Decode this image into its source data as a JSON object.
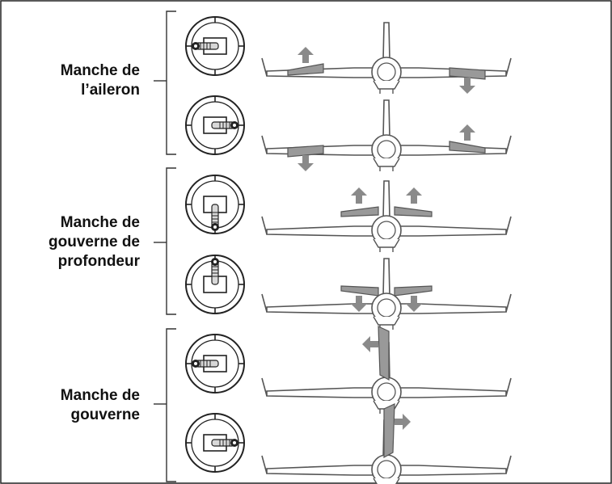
{
  "groups": [
    {
      "label": "Manche de\nl’aileron"
    },
    {
      "label": "Manche de\ngouverne de\nprofondeur"
    },
    {
      "label": "Manche de\ngouverne"
    }
  ],
  "colors": {
    "line": "#555555",
    "surface": "#999999",
    "arrow": "#8a8a8a",
    "border": "#222222"
  },
  "icons": [
    "stick-gimbal-icon",
    "airplane-icon",
    "arrow-up-icon",
    "arrow-down-icon",
    "arrow-left-icon",
    "arrow-right-icon"
  ]
}
